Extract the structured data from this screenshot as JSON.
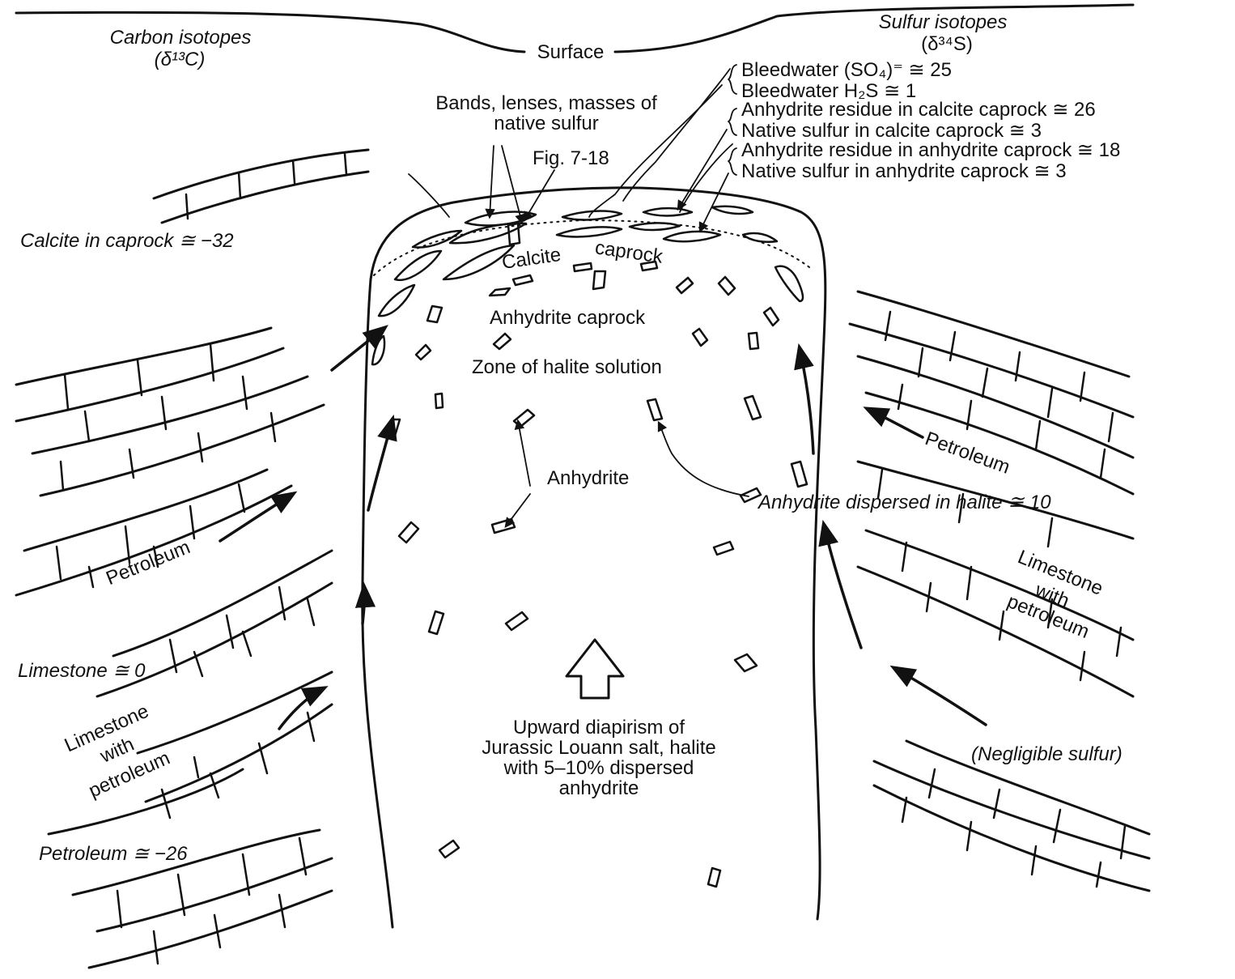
{
  "header": {
    "carbon_title": "Carbon isotopes",
    "carbon_symbol": "(δ¹³C)",
    "sulfur_title": "Sulfur isotopes",
    "sulfur_symbol": "(δ³⁴S)",
    "surface": "Surface"
  },
  "sulfur_values": [
    {
      "label": "Bleedwater (SO₄)⁼ ≅ 25"
    },
    {
      "label": "Bleedwater H₂S ≅ 1"
    },
    {
      "label": "Anhydrite residue in calcite caprock ≅ 26"
    },
    {
      "label": "Native sulfur in calcite caprock ≅ 3"
    },
    {
      "label": "Anhydrite residue in anhydrite caprock ≅ 18"
    },
    {
      "label": "Native sulfur in anhydrite caprock ≅ 3"
    }
  ],
  "labels": {
    "native_sulfur_line1": "Bands, lenses, masses of",
    "native_sulfur_line2": "native sulfur",
    "fig_ref": "Fig. 7-18",
    "calcite_caprock_word1": "Calcite",
    "calcite_caprock_word2": "caprock",
    "anhydrite_caprock": "Anhydrite caprock",
    "halite_zone": "Zone of halite solution",
    "anhydrite": "Anhydrite",
    "anhydrite_dispersed": "Anhydrite dispersed in halite ≅ 10",
    "calcite_in_caprock": "Calcite in caprock ≅ −32",
    "limestone": "Limestone ≅ 0",
    "petroleum_value": "Petroleum ≅ −26",
    "petroleum_left": "Petroleum",
    "petroleum_right": "Petroleum",
    "ls_with_pet_left_1": "Limestone",
    "ls_with_pet_left_2": "with",
    "ls_with_pet_left_3": "petroleum",
    "ls_with_pet_right_1": "Limestone",
    "ls_with_pet_right_2": "with",
    "ls_with_pet_right_3": "petroleum",
    "negligible_sulfur": "(Negligible sulfur)",
    "diapirism_1": "Upward diapirism of",
    "diapirism_2": "Jurassic Louann salt, halite",
    "diapirism_3": "with 5–10% dispersed",
    "diapirism_4": "anhydrite"
  }
}
